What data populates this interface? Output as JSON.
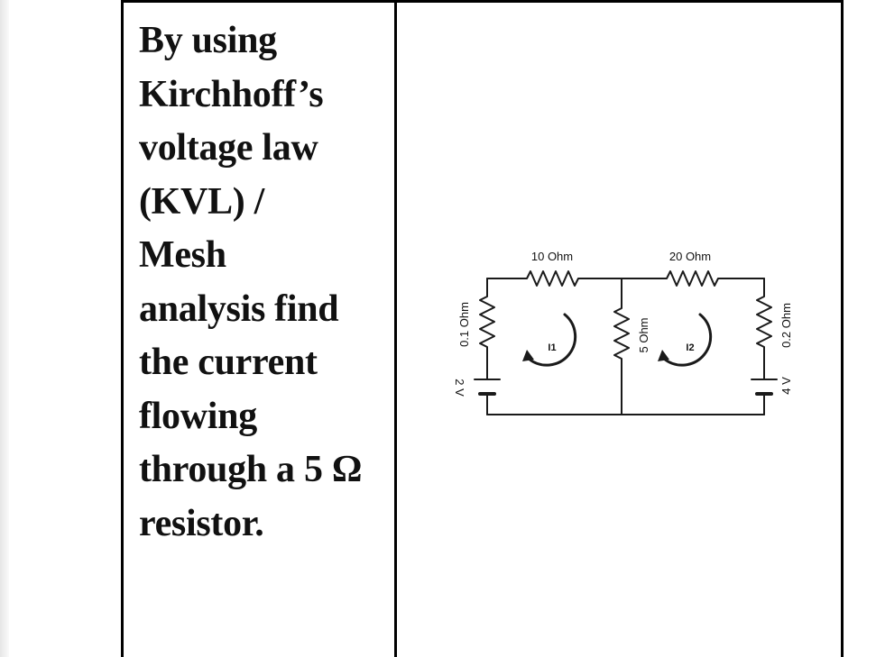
{
  "question": {
    "lines": [
      "By using",
      "Kirchhoff’s",
      "voltage law",
      "(KVL) /",
      "Mesh",
      "analysis find",
      "the current",
      "flowing",
      "through a 5 Ω",
      "resistor."
    ]
  },
  "circuit": {
    "r_top_left": "10 Ohm",
    "r_top_right": "20 Ohm",
    "r_left": "0.1 Ohm",
    "r_middle": "5 Ohm",
    "r_right": "0.2 Ohm",
    "source_left": "2 V",
    "source_right": "4 V",
    "mesh_1": "I1",
    "mesh_2": "I2"
  }
}
